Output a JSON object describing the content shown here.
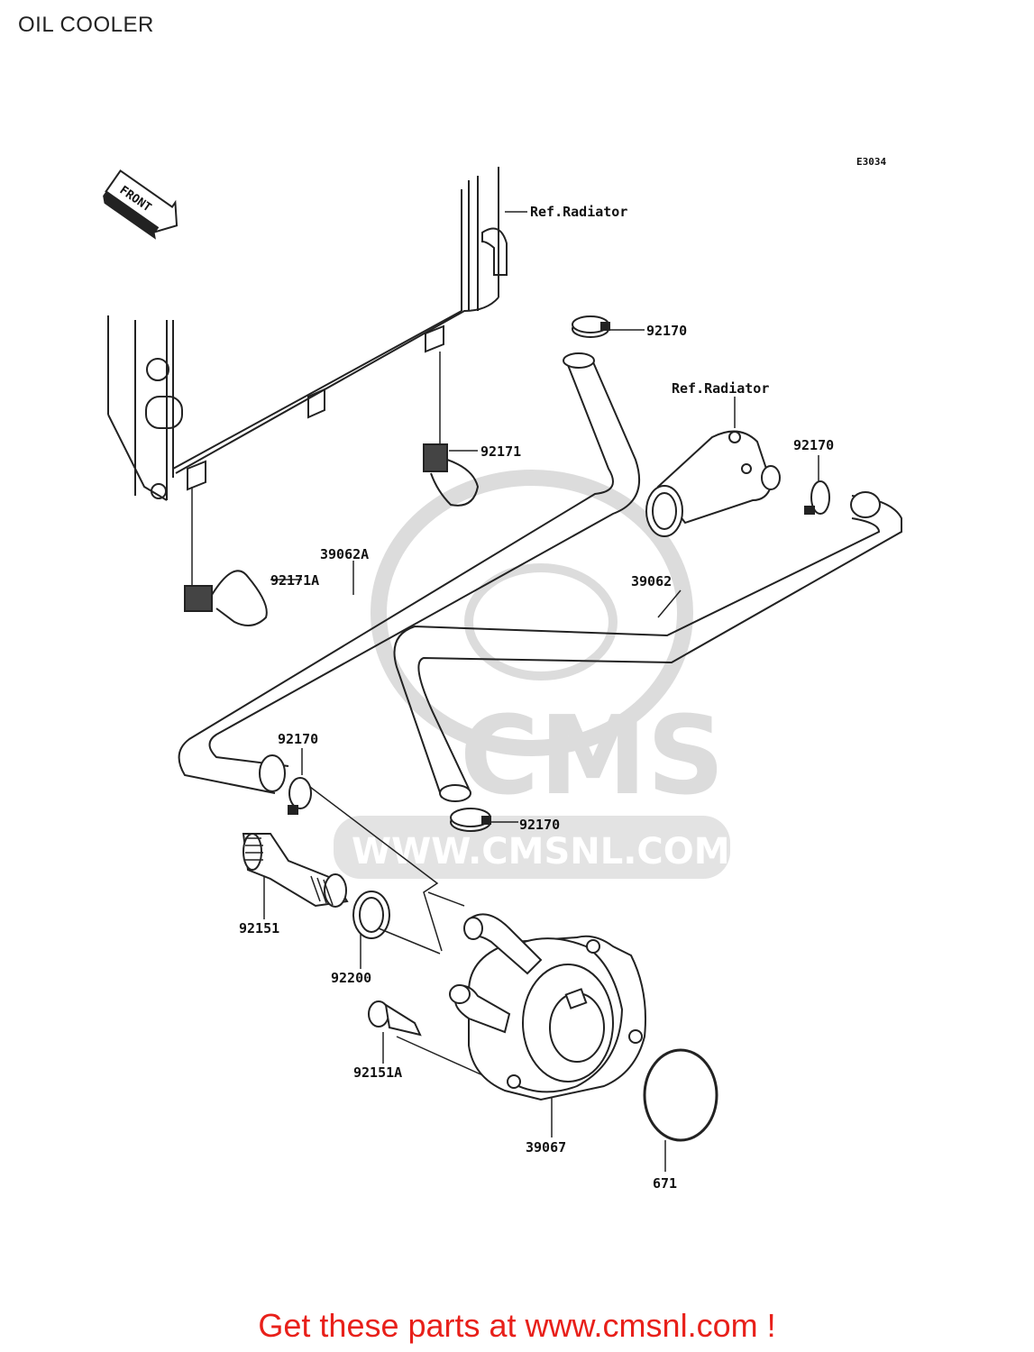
{
  "page": {
    "title": "OIL COOLER",
    "diagram_code": "E3034",
    "front_label": "FRONT"
  },
  "watermark": {
    "brand": "CMS",
    "url": "WWW.CMSNL.COM"
  },
  "callouts": {
    "ref_radiator_top": "Ref.Radiator",
    "ref_radiator_right": "Ref.Radiator",
    "clamp_top": "92170",
    "clamp_right": "92170",
    "clamp_left": "92170",
    "clamp_lower": "92170",
    "bracket_upper": "92171",
    "bracket_lower": "92171A",
    "hose_a": "39062A",
    "hose_b": "39062",
    "fitting_bolt": "92151",
    "washer": "92200",
    "flange_bolt": "92151A",
    "oil_cooler": "39067",
    "o_ring": "671"
  },
  "footer": {
    "link_text": "Get these parts at www.cmsnl.com !"
  },
  "colors": {
    "line": "#222222",
    "watermark": "#d9d9d9",
    "footer": "#e8201a"
  }
}
